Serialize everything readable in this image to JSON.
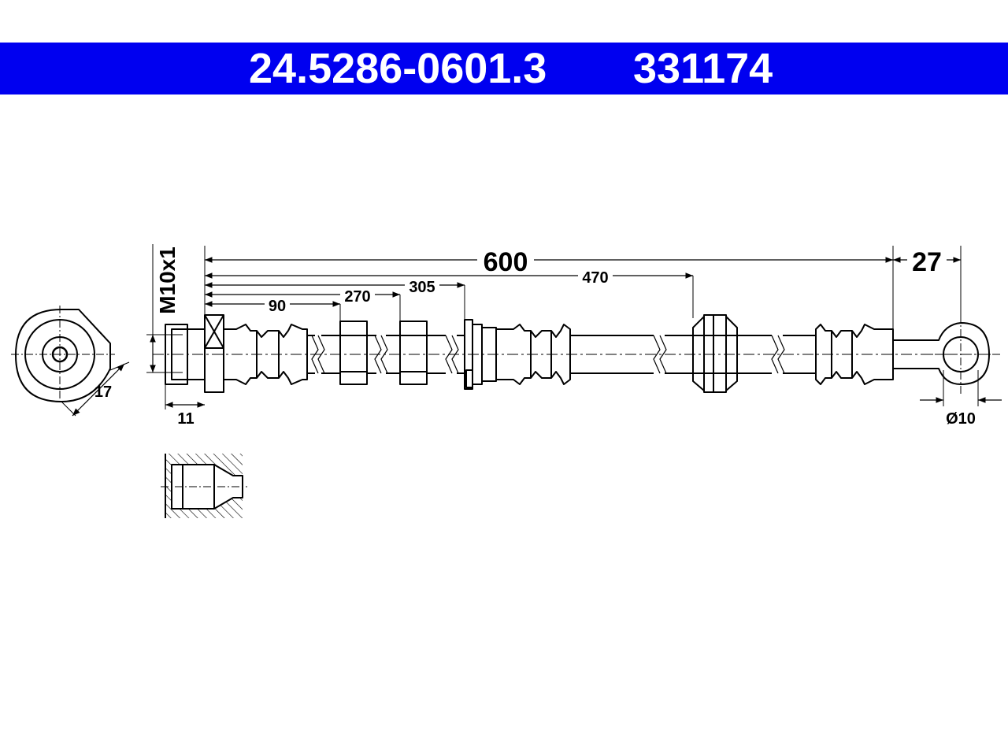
{
  "header": {
    "part_number": "24.5286-0601.3",
    "article_number": "331174"
  },
  "dimensions": {
    "total_length": "600",
    "eye_offset": "27",
    "d90": "90",
    "d270": "270",
    "d305": "305",
    "d470": "470",
    "thread": "M10x1",
    "hex_width": "17",
    "thread_length": "11",
    "eye_diameter": "Ø10"
  },
  "colors": {
    "header_background": "#0000f0",
    "header_text": "#ffffff",
    "line": "#000000"
  }
}
